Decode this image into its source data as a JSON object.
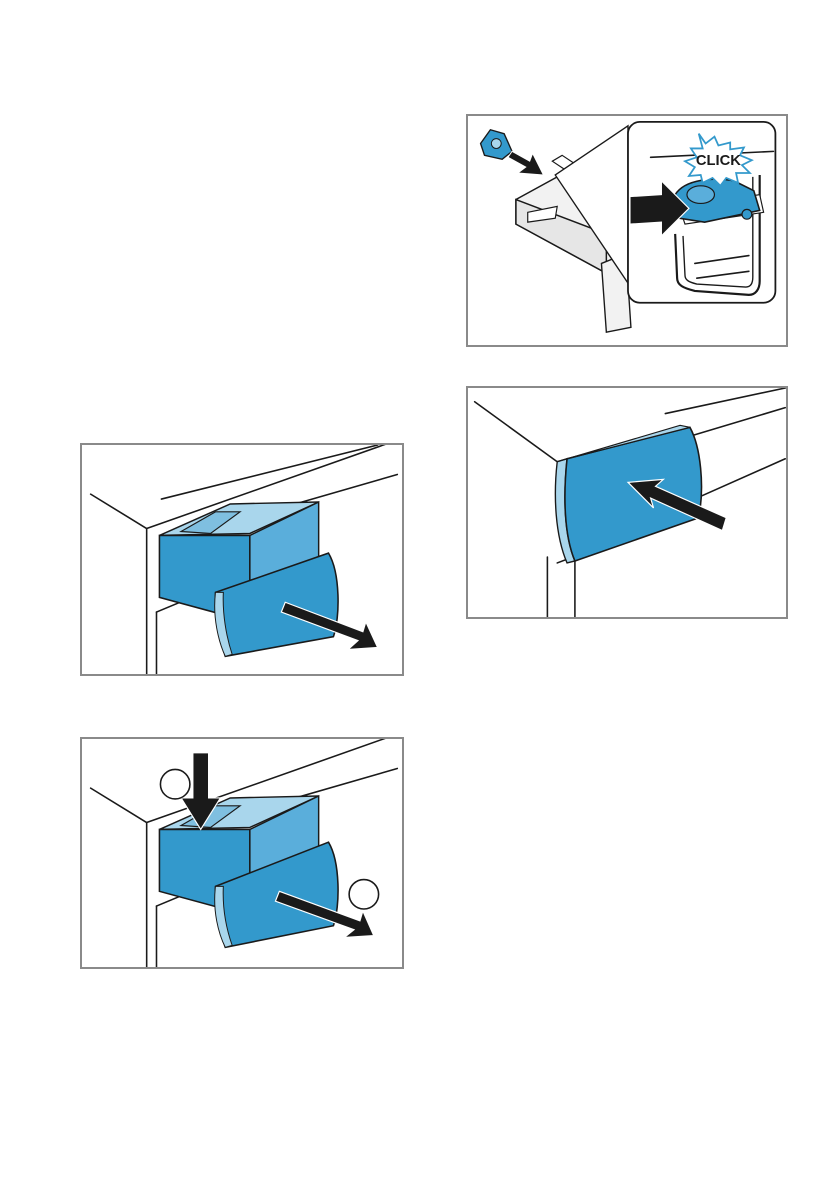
{
  "illustrations": {
    "pull_drawer": {
      "icon": "pull-out-drawer-illustration"
    },
    "press_and_pull": {
      "icon": "press-lever-and-pull-drawer-illustration",
      "markers": [
        "",
        ""
      ]
    },
    "attach_insert": {
      "icon": "attach-liquid-insert-illustration",
      "click_label": "CLICK"
    },
    "push_drawer": {
      "icon": "push-in-drawer-illustration"
    }
  },
  "colors": {
    "accent_blue": "#3399CC",
    "light_blue": "#A9D6EC",
    "frame_gray": "#8A8A8A",
    "outline": "#1A1A1A"
  }
}
